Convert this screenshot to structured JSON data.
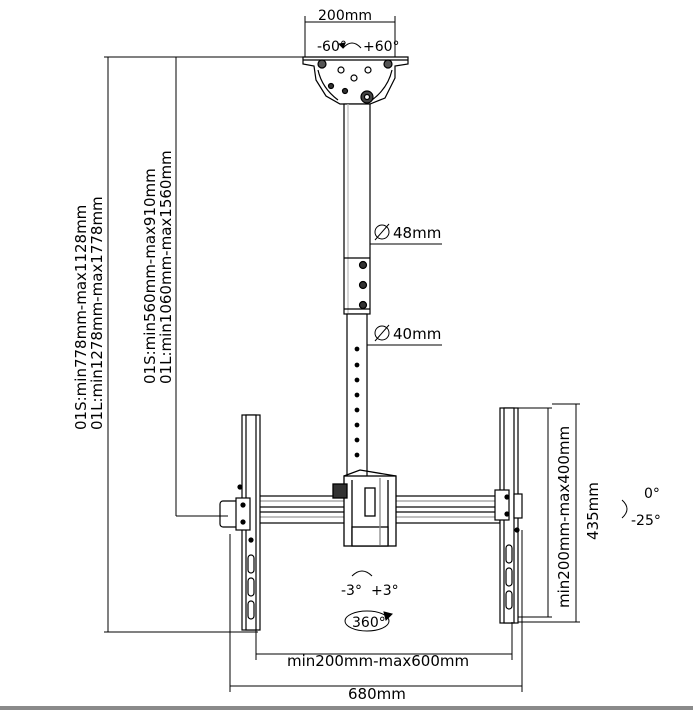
{
  "labels": {
    "top_width": "200mm",
    "swivel_left": "-60°",
    "swivel_right": "+60°",
    "pole_upper_diameter": "48mm",
    "pole_lower_diameter": "40mm",
    "total_height_01s": "01S:min778mm-max1128mm",
    "total_height_01l": "01L:min1278mm-max1778mm",
    "pole_length_01s": "01S:min560mm-max910mm",
    "pole_length_01l": "01L:min1060mm-max1560mm",
    "vesa_vertical": "min200mm-max400mm",
    "bracket_height": "435mm",
    "tilt_up": "0°",
    "tilt_down": "-25°",
    "level_left": "-3°",
    "level_right": "+3°",
    "rotation": "360°",
    "vesa_horizontal": "min200mm-max600mm",
    "total_width": "680mm"
  }
}
